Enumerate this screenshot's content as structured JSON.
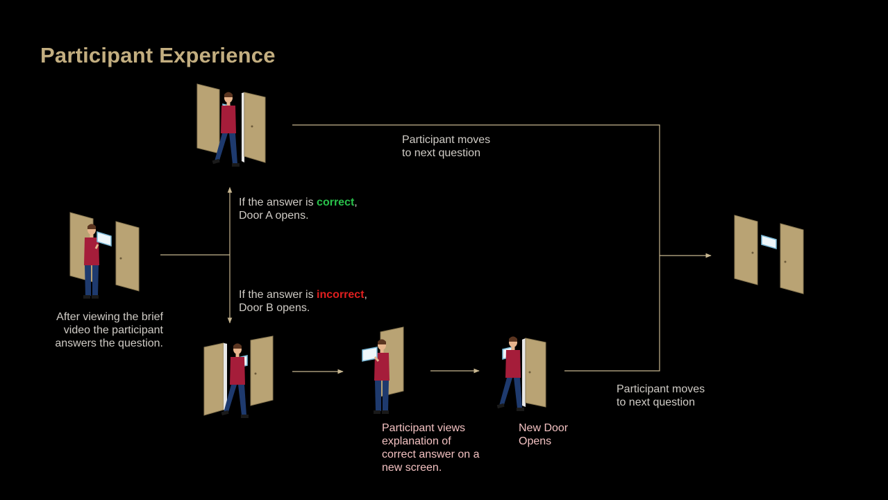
{
  "title": "Participant Experience",
  "labels": {
    "start": [
      "After viewing the brief",
      "video the participant",
      "answers the question."
    ],
    "correct": {
      "prefix": "If the answer is ",
      "keyword": "correct",
      "suffix": ",",
      "line2": "Door A opens."
    },
    "incorrect": {
      "prefix": "If the answer is ",
      "keyword": "incorrect",
      "suffix": ",",
      "line2": "Door B opens."
    },
    "top_next": [
      "Participant moves",
      "to next question"
    ],
    "bottom_next": [
      "Participant moves",
      "to next question"
    ],
    "explanation": [
      "Participant views",
      "explanation of",
      "correct answer on a",
      "new screen."
    ],
    "new_door": [
      "New Door",
      "Opens"
    ]
  },
  "colors": {
    "background": "#000000",
    "title": "#c3ae80",
    "door": "#b9a374",
    "door_dark": "#8b7a53",
    "shirt": "#a51d3a",
    "pants": "#1e3a6e",
    "skin": "#e7b58d",
    "connector": "#c7b690",
    "correct": "#29c14b",
    "incorrect": "#e01f1f"
  },
  "icons": [
    "door-icon",
    "person-icon",
    "tablet-icon",
    "arrow-icon"
  ]
}
